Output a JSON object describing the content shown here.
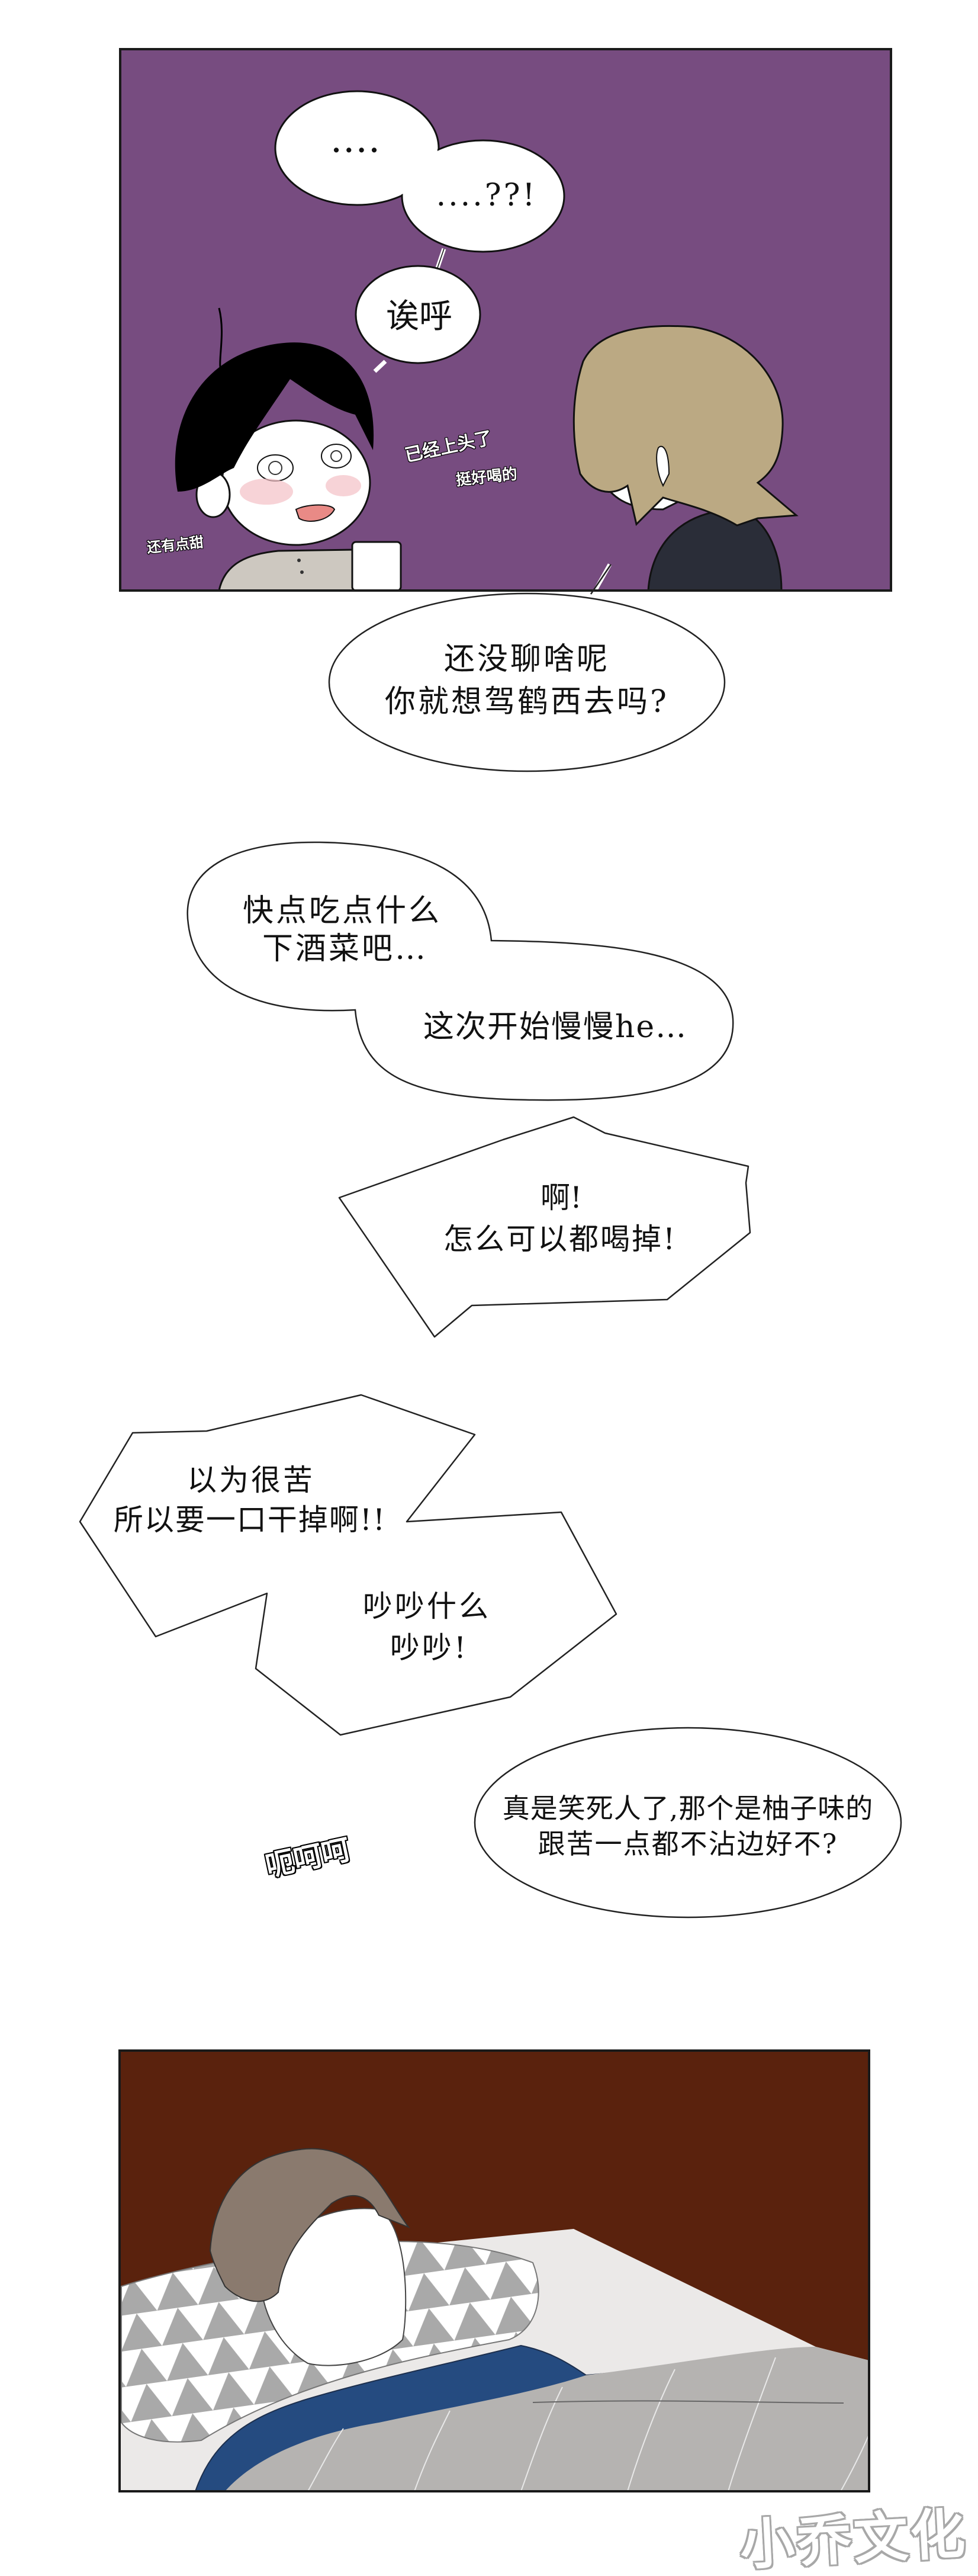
{
  "comic": {
    "panel_1": {
      "background_color": "#774c80",
      "bubbles": [
        {
          "text": "....",
          "style": "round"
        },
        {
          "text": "....??!",
          "style": "round"
        },
        {
          "text": "诶呼",
          "style": "round"
        }
      ],
      "sfx": [
        {
          "text": "已经上头了"
        },
        {
          "text": "挺好喝的"
        },
        {
          "text": "还有点甜"
        }
      ],
      "characters": [
        "black-haired-drunk-character",
        "blond-character-back-view"
      ]
    },
    "gutter_bubbles": [
      {
        "lines": [
          "还没聊啥呢",
          "你就想驾鹤西去吗?"
        ],
        "style": "oval"
      },
      {
        "lines": [
          "快点吃点什么",
          "下酒菜吧…"
        ],
        "style": "double-lobe-top"
      },
      {
        "lines": [
          "这次开始慢慢he…"
        ],
        "style": "double-lobe-bottom"
      },
      {
        "lines": [
          "啊!",
          "怎么可以都喝掉!"
        ],
        "style": "spiky"
      },
      {
        "lines": [
          "以为很苦",
          "所以要一口干掉啊!!"
        ],
        "style": "spiky-double-top"
      },
      {
        "lines": [
          "吵吵什么",
          "吵吵!"
        ],
        "style": "spiky-double-bottom"
      },
      {
        "lines": [
          "真是笑死人了,那个是柚子味的",
          "跟苦一点都不沾边好不?"
        ],
        "style": "oval"
      }
    ],
    "gutter_sfx": {
      "text": "呃呵呵"
    },
    "panel_2": {
      "background_color": "#5a220d",
      "characters": [
        "brown-haired-character-in-bed"
      ]
    },
    "watermark": {
      "text": "小乔文化",
      "color": "#a8a8a8"
    }
  },
  "colors": {
    "panel_border": "#1a1a1a",
    "purple_bg": "#774c80",
    "brown_bg": "#5a220d",
    "blond_hair": "#bba983",
    "navy_clothes": "#2a2d38",
    "brown_hair": "#8a7a6e",
    "blanket_blue": "#254b80",
    "duvet_gray": "#b5b3b1",
    "sheet_white": "#ebe9e8",
    "shirt_gray": "#cdc8c0"
  }
}
